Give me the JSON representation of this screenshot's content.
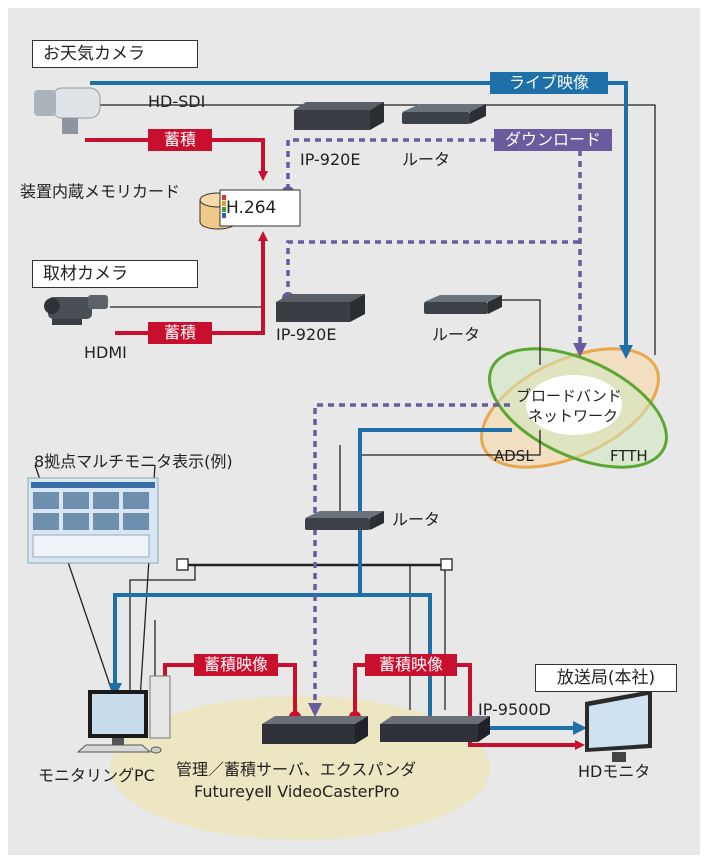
{
  "labels": {
    "weather_camera": "お天気カメラ",
    "news_camera": "取材カメラ",
    "broadcast_station": "放送局(本社)"
  },
  "tags": {
    "live_video": "ライブ映像",
    "download": "ダウンロード",
    "store_1": "蓄積",
    "store_2": "蓄積",
    "stored_video_1": "蓄積映像",
    "stored_video_2": "蓄積映像"
  },
  "text": {
    "hd_sdi": "HD-SDI",
    "hdmi": "HDMI",
    "ip920e_top": "IP-920E",
    "ip920e_mid": "IP-920E",
    "router_top": "ルータ",
    "router_mid": "ルータ",
    "router_low": "ルータ",
    "memory_card": "装置内蔵メモリカード",
    "h264": "H.264",
    "broadband_1": "ブロードバンド",
    "broadband_2": "ネットワーク",
    "adsl": "ADSL",
    "ftth": "FTTH",
    "multi_monitor": "8拠点マルチモニタ表示(例)",
    "ip9500d": "IP-9500D",
    "hd_monitor": "HDモニタ",
    "monitoring_pc": "モニタリングPC",
    "server_line1": "管理／蓄積サーバ、エクスパンダ",
    "server_line2": "FutureyeⅡ VideoCasterPro"
  },
  "colors": {
    "red": "#c8102e",
    "blue": "#1f6fa8",
    "purple": "#6a5a9e",
    "green_ellipse": "#5aa832",
    "orange_ellipse": "#e8a74e",
    "server_area": "#ece6c2"
  }
}
